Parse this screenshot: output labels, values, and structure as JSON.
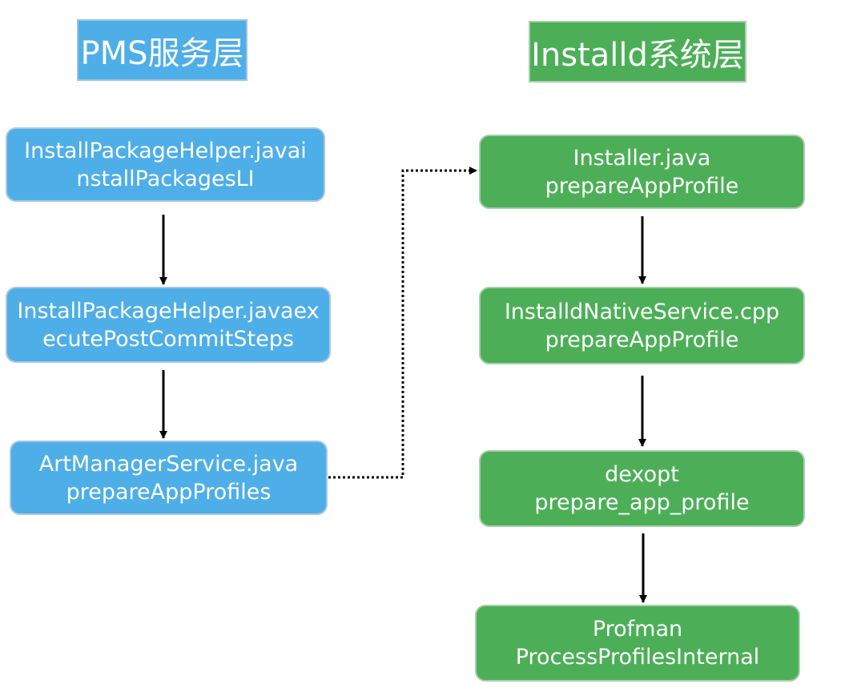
{
  "headers": {
    "pms": "PMS服务层",
    "installd": "Installd系统层"
  },
  "pms_nodes": [
    {
      "line1": "InstallPackageHelper.javai",
      "line2": "nstallPackagesLI"
    },
    {
      "line1": "InstallPackageHelper.javaex",
      "line2": "ecutePostCommitSteps"
    },
    {
      "line1": "ArtManagerService.java",
      "line2": "prepareAppProfiles"
    }
  ],
  "installd_nodes": [
    {
      "line1": "Installer.java",
      "line2": "prepareAppProfile"
    },
    {
      "line1": "InstalldNativeService.cpp",
      "line2": "prepareAppProfile"
    },
    {
      "line1": "dexopt",
      "line2": "prepare_app_profile"
    },
    {
      "line1": "Profman",
      "line2": "ProcessProfilesInternal"
    }
  ],
  "colors": {
    "pms_fill": "#4eaee8",
    "installd_fill": "#4caf57",
    "text": "#ffffff",
    "arrow": "#000000"
  }
}
